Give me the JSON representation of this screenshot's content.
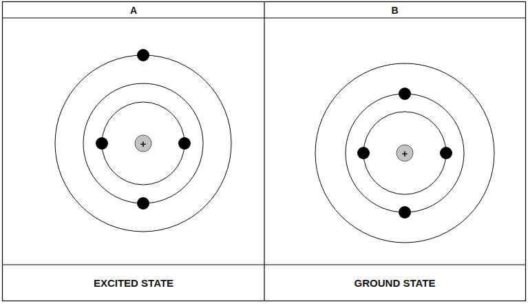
{
  "diagram": {
    "nodes": [
      {
        "text": [
          "A"
        ]
      },
      {
        "text": [
          "B"
        ]
      },
      {
        "text": [
          "+"
        ]
      },
      {
        "text": [
          "+"
        ]
      },
      {
        "text": [
          "EXCITED STATE"
        ]
      },
      {
        "text": [
          "GROUND STATE"
        ]
      }
    ]
  }
}
